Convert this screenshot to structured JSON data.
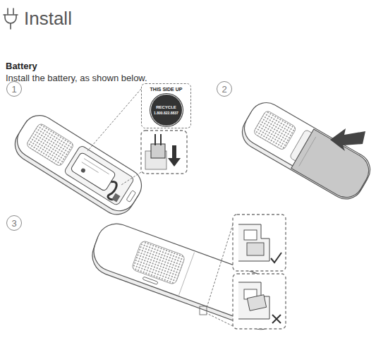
{
  "diagram": {
    "title": "Install",
    "nodes": [
      {
        "text": [
          "1"
        ]
      },
      {
        "text": [
          "THIS SIDE UP"
        ]
      },
      {
        "text": [
          "RECYCLE",
          "1.800.822.8837"
        ],
        "in": 1
      },
      {
        "text": [
          "2"
        ]
      },
      {
        "text": [
          "3"
        ]
      }
    ],
    "labels": [
      "Battery",
      "Install the battery, as shown below."
    ]
  }
}
